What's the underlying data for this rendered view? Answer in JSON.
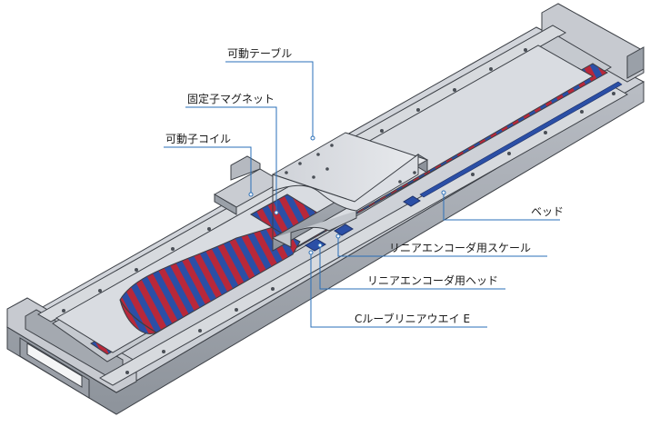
{
  "labels": {
    "movable_table": "可動テーブル",
    "stator_magnet": "固定子マグネット",
    "mover_coil": "可動子コイル",
    "bed": "ベッド",
    "encoder_scale": "リニアエンコーダ用スケール",
    "encoder_head": "リニアエンコーダ用ヘッド",
    "c_lube": "Cルーブリニアウエイ E"
  },
  "colors": {
    "leader": "#2a6fb8",
    "magnet_red": "#b8283a",
    "magnet_blue": "#2b4fa6",
    "metal_light": "#e6e8ec",
    "metal_mid": "#c9ccd2",
    "metal_dark": "#9aa0a8"
  }
}
